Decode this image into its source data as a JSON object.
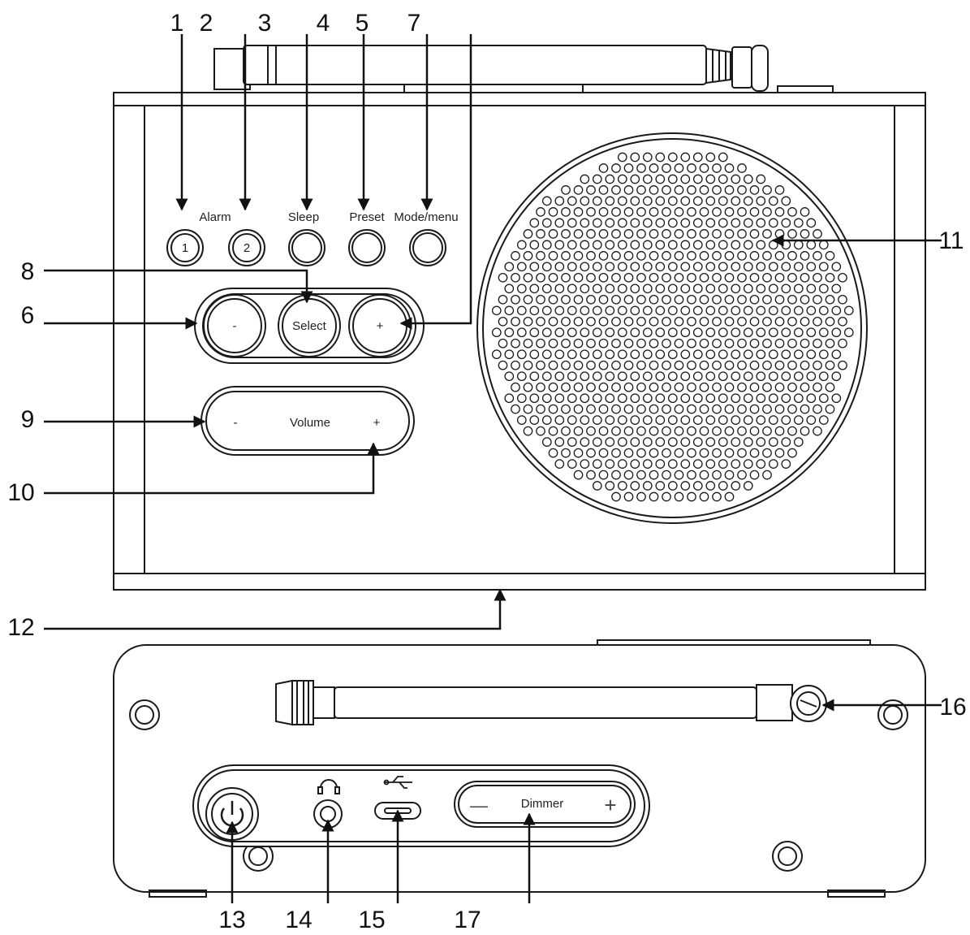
{
  "front_panel": {
    "labels": {
      "alarm": "Alarm",
      "alarm_1": "1",
      "alarm_2": "2",
      "sleep": "Sleep",
      "preset": "Preset",
      "mode_menu": "Mode/menu",
      "select": "Select",
      "minus": "-",
      "plus": "+",
      "volume": "Volume",
      "volume_minus": "-",
      "volume_plus": "+"
    }
  },
  "rear_panel": {
    "labels": {
      "dimmer": "Dimmer",
      "dimmer_minus": "—",
      "dimmer_plus": "+"
    }
  },
  "callouts": {
    "n1": "1",
    "n2": "2",
    "n3": "3",
    "n4": "4",
    "n5": "5",
    "n6": "6",
    "n7": "7",
    "n8": "8",
    "n9": "9",
    "n10": "10",
    "n11": "11",
    "n12": "12",
    "n13": "13",
    "n14": "14",
    "n15": "15",
    "n16": "16",
    "n17": "17"
  },
  "colors": {
    "line": "#1a1a1a",
    "panel": "#ffffff"
  }
}
